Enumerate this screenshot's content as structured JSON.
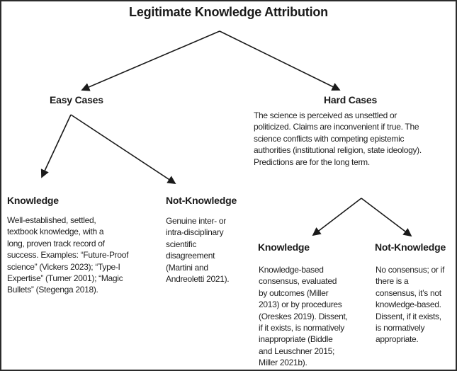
{
  "title": "Legitimate Knowledge Attribution",
  "colors": {
    "background": "#ffffff",
    "border": "#2b2b2b",
    "line": "#1a1a1a",
    "text": "#1c1c1c"
  },
  "tree": {
    "root_label": "Legitimate Knowledge Attribution",
    "easy_cases": {
      "label": "Easy Cases",
      "children": {
        "knowledge": {
          "label": "Knowledge",
          "description": "Well-established, settled,\ntextbook knowledge, with a\nlong, proven track record of\nsuccess. Examples: “Future-Proof\nscience” (Vickers 2023); “Type-I\nExpertise” (Turner 2001); “Magic\nBullets” (Stegenga 2018)."
        },
        "not_knowledge": {
          "label": "Not-Knowledge",
          "description": "Genuine inter- or\nintra-disciplinary\nscientific\ndisagreement\n(Martini and\nAndreoletti 2021)."
        }
      }
    },
    "hard_cases": {
      "label": "Hard Cases",
      "description": "The science is perceived as unsettled or\npoliticized. Claims are inconvenient if true. The\nscience conflicts with competing epistemic\nauthorities (institutional religion, state ideology).\nPredictions are for the long term.",
      "children": {
        "knowledge": {
          "label": "Knowledge",
          "description": "Knowledge-based\nconsensus, evaluated\nby outcomes (Miller\n2013) or by procedures\n(Oreskes 2019). Dissent,\nif it exists, is normatively\ninappropriate (Biddle\nand Leuschner 2015;\nMiller 2021b)."
        },
        "not_knowledge": {
          "label": "Not-Knowledge",
          "description": "No consensus; or if\nthere is a\nconsensus, it’s not\nknowledge-based.\nDissent, if it exists,\nis normatively\nappropriate."
        }
      }
    }
  }
}
